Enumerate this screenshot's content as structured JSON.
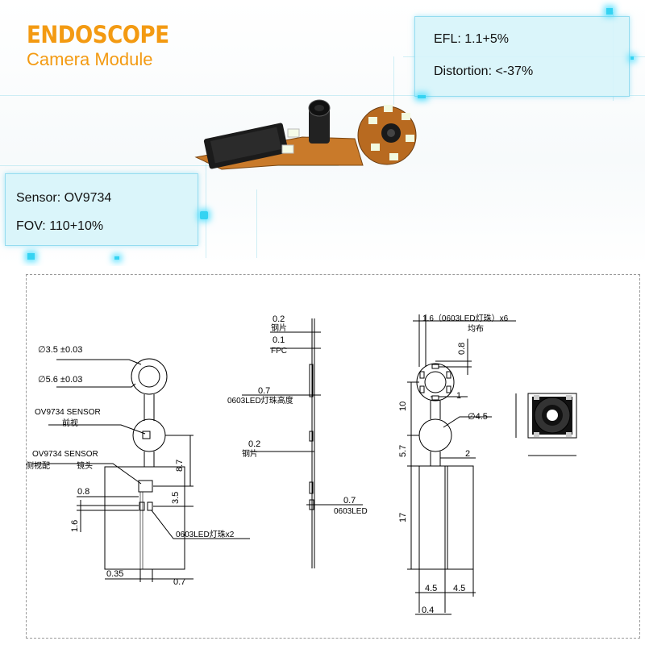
{
  "header": {
    "title": "ENDOSCOPE",
    "subtitle": "Camera Module"
  },
  "specs_right": {
    "efl": "EFL: 1.1+5%",
    "distortion": "Distortion: <-37%"
  },
  "specs_left": {
    "sensor": "Sensor: OV9734",
    "fov": "FOV: 110+10%"
  },
  "colors": {
    "accent": "#f39a12",
    "glow": "#35d3f2",
    "box": "#d7f4fa"
  },
  "drawing": {
    "front": {
      "d1": "∅3.5 ±0.03",
      "d2": "∅5.6 ±0.03",
      "sensor_front": "OV9734 SENSOR",
      "front_view": "前视",
      "sensor_side": "OV9734 SENSOR",
      "side_config": "侧视配",
      "lens": "镜头",
      "dim_87": "8.7",
      "dim_08": "0.8",
      "dim_35": "3.5",
      "dim_16": "1.6",
      "led_x2": "0603LED灯珠x2",
      "dim_035": "0.35",
      "dim_07": "0.7"
    },
    "side": {
      "d02a": "0.2",
      "steel1": "钢片",
      "d01": "0.1",
      "fpc": "FPC",
      "d07a": "0.7",
      "led_height": "0603LED灯珠高度",
      "d02b": "0.2",
      "steel2": "钢片",
      "d07b": "0.7",
      "led": "0603LED"
    },
    "right": {
      "leds": "1.6（0603LED灯珠）x6",
      "even": "均布",
      "d08": "0.8",
      "d10": "10",
      "d1": "1",
      "d45": "∅4.5",
      "d57": "5.7",
      "d2": "2",
      "d17": "17",
      "d45a": "4.5",
      "d45b": "4.5",
      "d04": "0.4"
    }
  }
}
